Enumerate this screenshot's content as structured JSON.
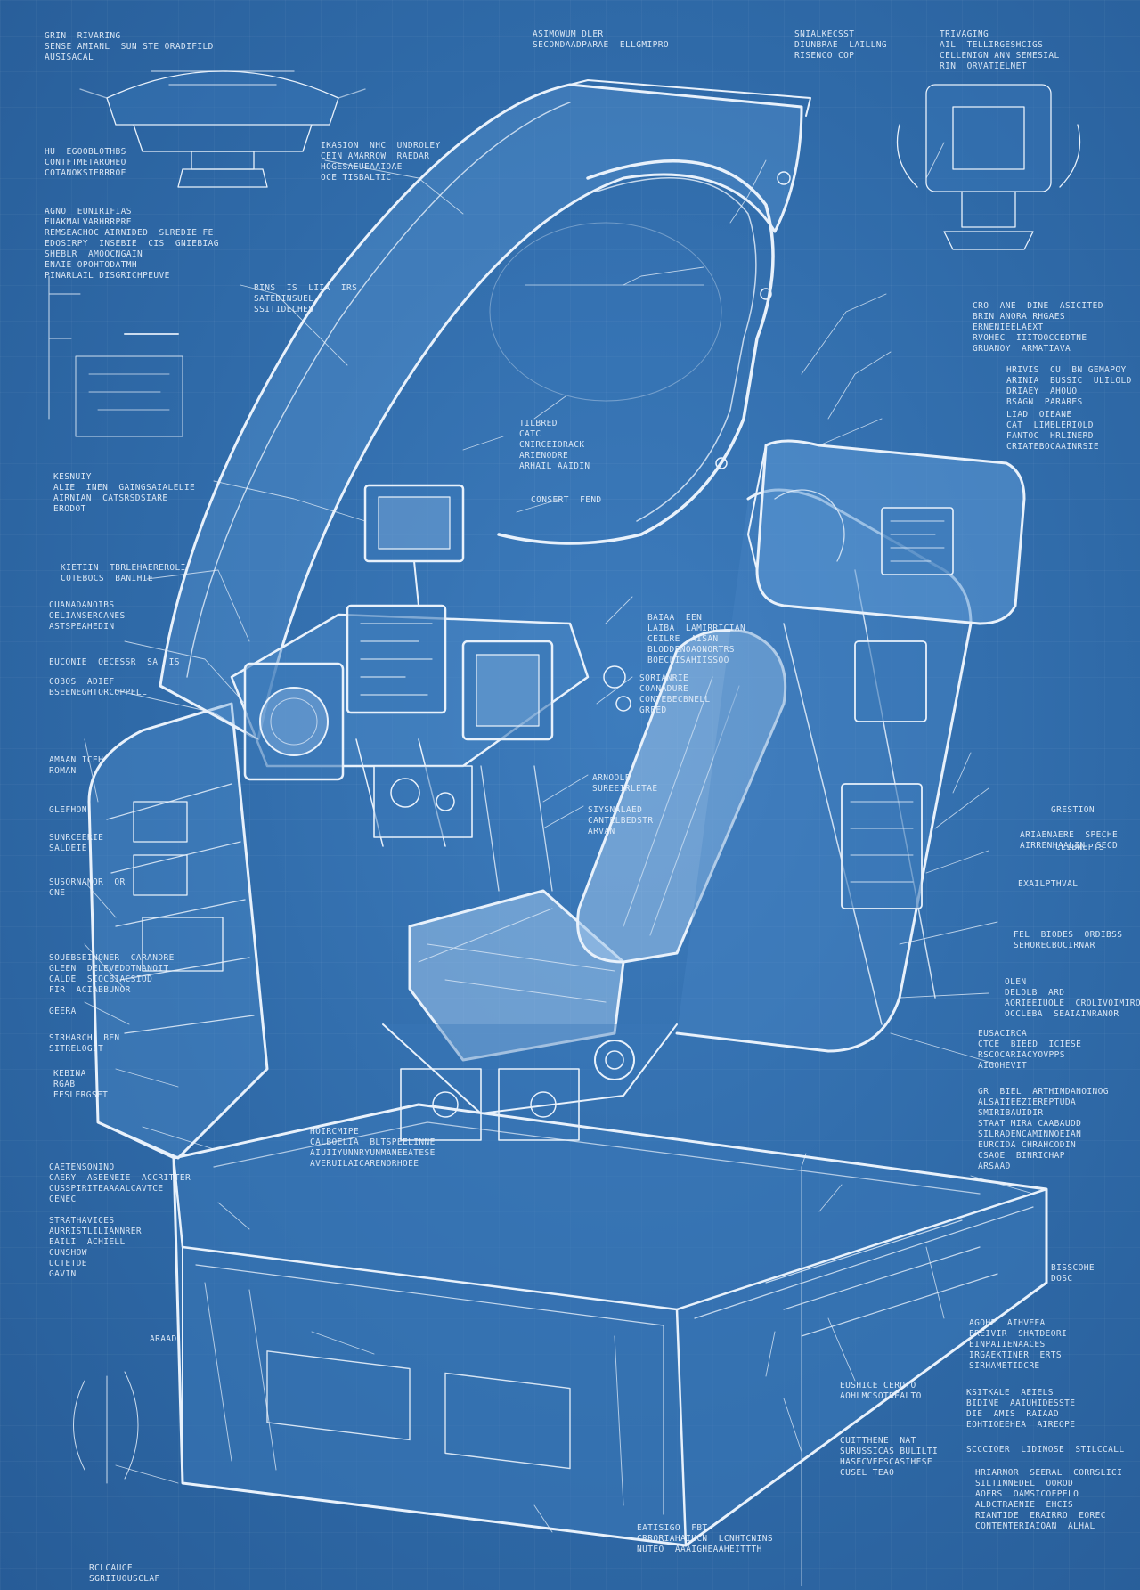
{
  "palette": {
    "paper": "#2f6aa8",
    "line": "#e8f1fb",
    "fill_light": "#9cc3ea"
  },
  "callouts": {
    "c01": [
      "GRIN  RIVARING",
      "SENSE AMIANL  SUN STE ORADIFILD",
      "AUSISACAL"
    ],
    "c02": [
      "ASIMOWUM DLER",
      "SECONDAADPARAE  ELLGMIPRO"
    ],
    "c03": [
      "SNIALKECSST",
      "DIUNBRAE  LAILLNG",
      "RISENCO COP"
    ],
    "c04": [
      "TRIVAGING",
      "AIL  TELLIRGESHCIGS",
      "CELLENIGN ANN SEMESIAL",
      "RIN  ORVATIELNET"
    ],
    "c05": [
      "HU  EGOOBLOTHBS",
      "CONTFTMETAROHEO",
      "COTANOKSIERRROE"
    ],
    "c06": [
      "IKASION  NHC  UNDROLEY",
      "CEIN AMARROW  RAEDAR",
      "HOGESAEUEAAIOAE",
      "OCE TISBALTIC"
    ],
    "c07": [
      "AGNO  EUNIRIFIAS",
      "EUAKMALVARHRRPRE",
      "REMSEACHOC AIRNIDED  SLREDIE FE",
      "EDOSIRPY  INSEBIE  CIS  GNIEBIAG",
      "SHEBLR  AMOOCNGAIN",
      "ENAIE OPOHTODATMH",
      "PINARLAIL DISGRICHPEUVE"
    ],
    "c08": [
      "BINS  IS  LIIA  IRS",
      "SATEDINSUEL",
      "SSITIDECHES"
    ],
    "c09": [
      "CRO  ANE  DINE  ASICITED",
      "BRIN ANORA RHGAES",
      "ERNENIEELAEXT",
      "RVOHEC  IIITOOCCEDTNE",
      "GRUANOY  ARMATIAVA"
    ],
    "c10": [
      "HRIVIS  CU  BN GEMAPOY",
      "ARINIA  BUSSIC  ULILOLD",
      "DRIAEY  AHOUO",
      "BSAGN  PARARES"
    ],
    "c11": [
      "LIAD  OIEANE",
      "CAT  LIMBLERIOLD",
      "FANTOC  HRLINERD",
      "CRIATEBOCAAINRSIE"
    ],
    "c12": [
      "TILBRED",
      "CATC",
      "CNIRCEIORACK",
      "ARIENODRE",
      "ARHAIL AAIDIN"
    ],
    "c13": [
      "KESNUIY",
      "ALIE  INEN  GAINGSAIALELIE",
      "AIRNIAN  CATSRSDSIARE",
      "ERODOT"
    ],
    "c14": [
      "CONSERT  FEND"
    ],
    "c15": [
      "KIETIIN  TBRLEHAEREROLI",
      "COTEBOCS  BANIHIE"
    ],
    "c16": [
      "CUANADANOIBS",
      "OELIANSERCANES",
      "ASTSPEAHEDIN"
    ],
    "c17": [
      "EUCONIE  OECESSR  SA  IS"
    ],
    "c18": [
      "COBOS  ADIEF",
      "BSEENEGHTORCOPPELL"
    ],
    "c19": [
      "BAIAA  EEN",
      "LAIBA  LAMIRRICIAN",
      "CEILRE  AISAN",
      "BLODDENOAONORTRS",
      "BOECLISAHIISSOO"
    ],
    "c20": [
      "SORIANRIE",
      "COANADURE",
      "CONTEBECBNELL",
      "GREED"
    ],
    "c21": [
      "AMAAN ICEH",
      "ROMAN"
    ],
    "c22": [
      "ARNOOLE",
      "SUREEIRLETAE"
    ],
    "c23": [
      "GLEFHON"
    ],
    "c24": [
      "SIYSNALAED",
      "CANTELBEDSTR",
      "ARVAN"
    ],
    "c25": [
      "GRESTION"
    ],
    "c26": [
      "SUNRCEERIE",
      "SALDEIE"
    ],
    "c27": [
      "ARIAENAERE  SPECHE",
      "AIRRENHAALIN  SECD"
    ],
    "c28": [
      "CLIBNEPTS"
    ],
    "c29": [
      "EXAILPTHVAL"
    ],
    "c30": [
      "SUSORNANOR  OR",
      "CNE"
    ],
    "c31": [
      "FEL  BIODES  ORDIBSS",
      "SEHORECBOCIRNAR"
    ],
    "c32": [
      "SOUEBSEINONER  CARANDRE",
      "GLEEN  DELEVEDOTNANOIT",
      "CALDE  SIOCBIACSIOD",
      "FIR  ACIABBUNOR"
    ],
    "c33": [
      "OLEN",
      "DELOLB  ARD",
      "AORIEEIUOLE  CROLIVOIMIROABAYLOES",
      "OCCLEBA  SEAIAINRANOR"
    ],
    "c34": [
      "GEERA"
    ],
    "c35": [
      "SIRHARCH  BEN",
      "SITRELOGIT"
    ],
    "c36": [
      "EUSACIRCA",
      "CTCE  BIEED  ICIESE",
      "RSCOCARIACYOVPPS",
      "AIGOHEVIT"
    ],
    "c37": [
      "KEBINA",
      "RGAB",
      "EESLERGSET"
    ],
    "c38": [
      "HOIRCMIPE",
      "CALBOELIA  BLTSPEELINNE",
      "AIUIIYUNNRYUNMANEEATESE",
      "AVERUILAICARENORHOEE"
    ],
    "c39": [
      "GR  BIEL  ARTHINDANOINOG",
      "ALSAIIEEZIEREPTUDA",
      "SMIRIBAUIDIR",
      "STAAT MIRA CAABAUDD",
      "SILRADENCAMINNOEIAN",
      "EURCIDA CHRAHCODIN",
      "CSAOE  BINRICHAP",
      "ARSAAD"
    ],
    "c40": [
      "BISSCOHE",
      "DOSC"
    ],
    "c41": [
      "CAETENSONINO",
      "CAERY  ASEENEIE  ACCRITTER",
      "CUSSPIRITEAAAALCAVTCE",
      "CENEC"
    ],
    "c42": [
      "STRATHAVICES",
      "AURRISTLILIANNRER",
      "EAILI  ACHIELL",
      "CUNSHOW",
      "UCTETDE",
      "GAVIN"
    ],
    "c43": [
      "AGOHE  AIHVEFA",
      "EREIVIR  SHATDEORI",
      "EINPAIIENAACES",
      "IRGAEKTINER  ERTS",
      "SIRHAMETIDCRE"
    ],
    "c44": [
      "KSITKALE  AEIELS",
      "BIDINE  AAIUHIDESSTE",
      "DIE  AMIS  RAIAAD",
      "EOHTIOEEHEA  AIREOPE"
    ],
    "c45": [
      "SCCCIOER  LIDINOSE  STILCCALL"
    ],
    "c46": [
      "HRIARNOR  SEERAL  CORRSLICI",
      "SILTINNEDEL  OOROD",
      "AOERS  OAMSICOEPELO",
      "ALDCTRAENIE  EHCIS",
      "RIANTIDE  ERAIRRO  EOREC",
      "CONTENTERIAIOAN  ALHAL"
    ],
    "c47": [
      "EUSHICE CEROTO",
      "AOHLMCSOTREALTO"
    ],
    "c48": [
      "CUITTHENE  NAT",
      "SURUSSICAS BULILTI",
      "HASECVEESCASIHESE",
      "CUSEL TEAO"
    ],
    "c49": [
      "EATISIGO  FBT",
      "CRRORIAHAIUCN  LCNHTCNINS",
      "NUTEO  AAAIGHEAAHEITTTH"
    ],
    "c50": [
      "RCLCAUCE",
      "SGRIIUOUSCLAF"
    ],
    "c51": [
      "ARAAD"
    ]
  }
}
